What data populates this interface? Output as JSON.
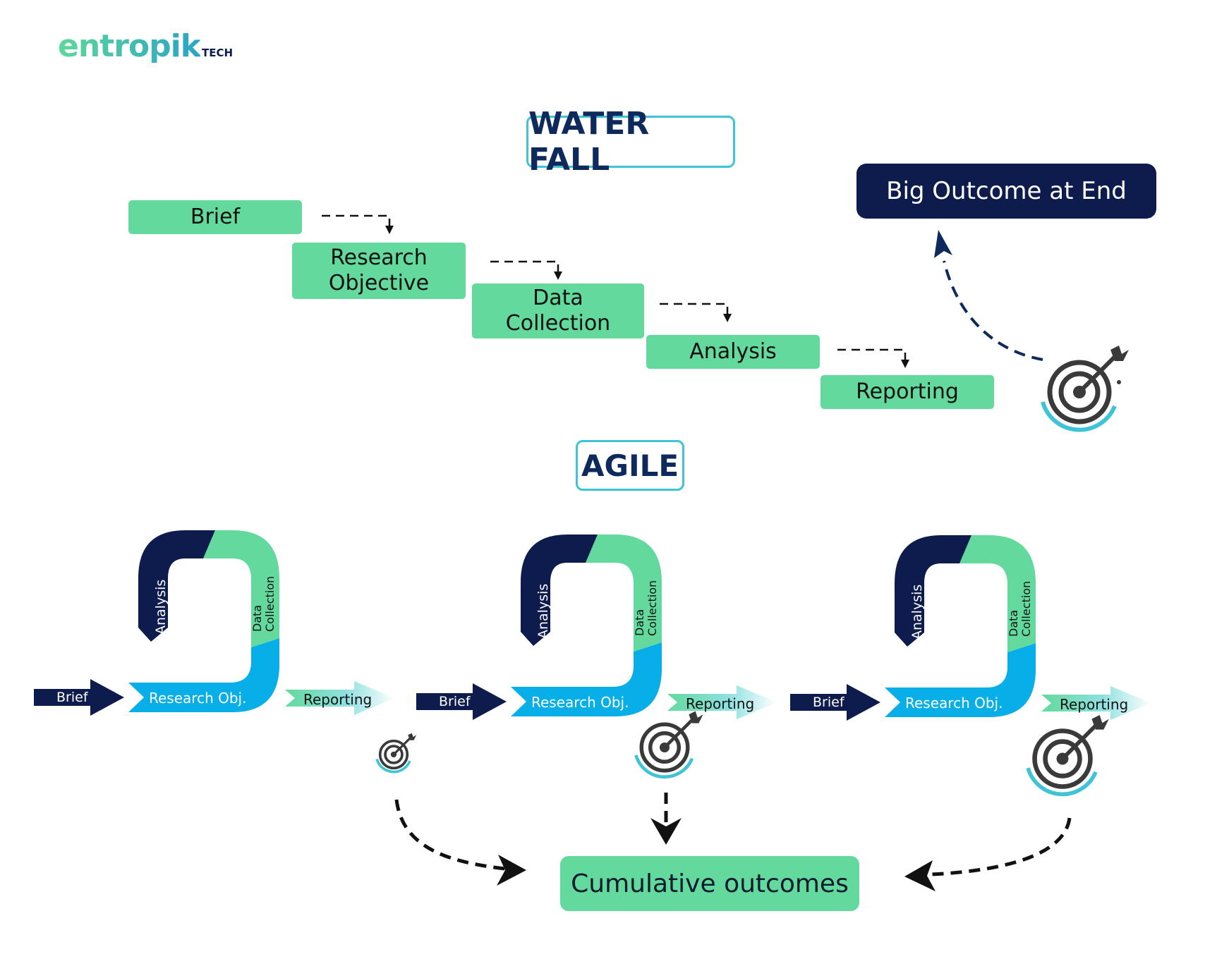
{
  "logo": {
    "main": "entropik",
    "sub": "TECH"
  },
  "waterfall": {
    "title": "WATER FALL",
    "steps": [
      "Brief",
      "Research\nObjective",
      "Data\nCollection",
      "Analysis",
      "Reporting"
    ],
    "outcome": "Big Outcome at End"
  },
  "agile": {
    "title": "AGILE",
    "cycle_labels": {
      "brief": "Brief",
      "research": "Research Obj.",
      "data_line1": "Data",
      "data_line2": "Collection",
      "analysis": "Analysis",
      "reporting": "Reporting"
    },
    "outcome": "Cumulative outcomes"
  },
  "colors": {
    "navy": "#0e1c4d",
    "green": "#63d99d",
    "cyan": "#08aee8",
    "teal_border": "#3fc3d6",
    "target_dark": "#3a3a3a"
  },
  "icons": [
    "target-icon",
    "arrow-icon",
    "dashed-arrow-icon"
  ]
}
